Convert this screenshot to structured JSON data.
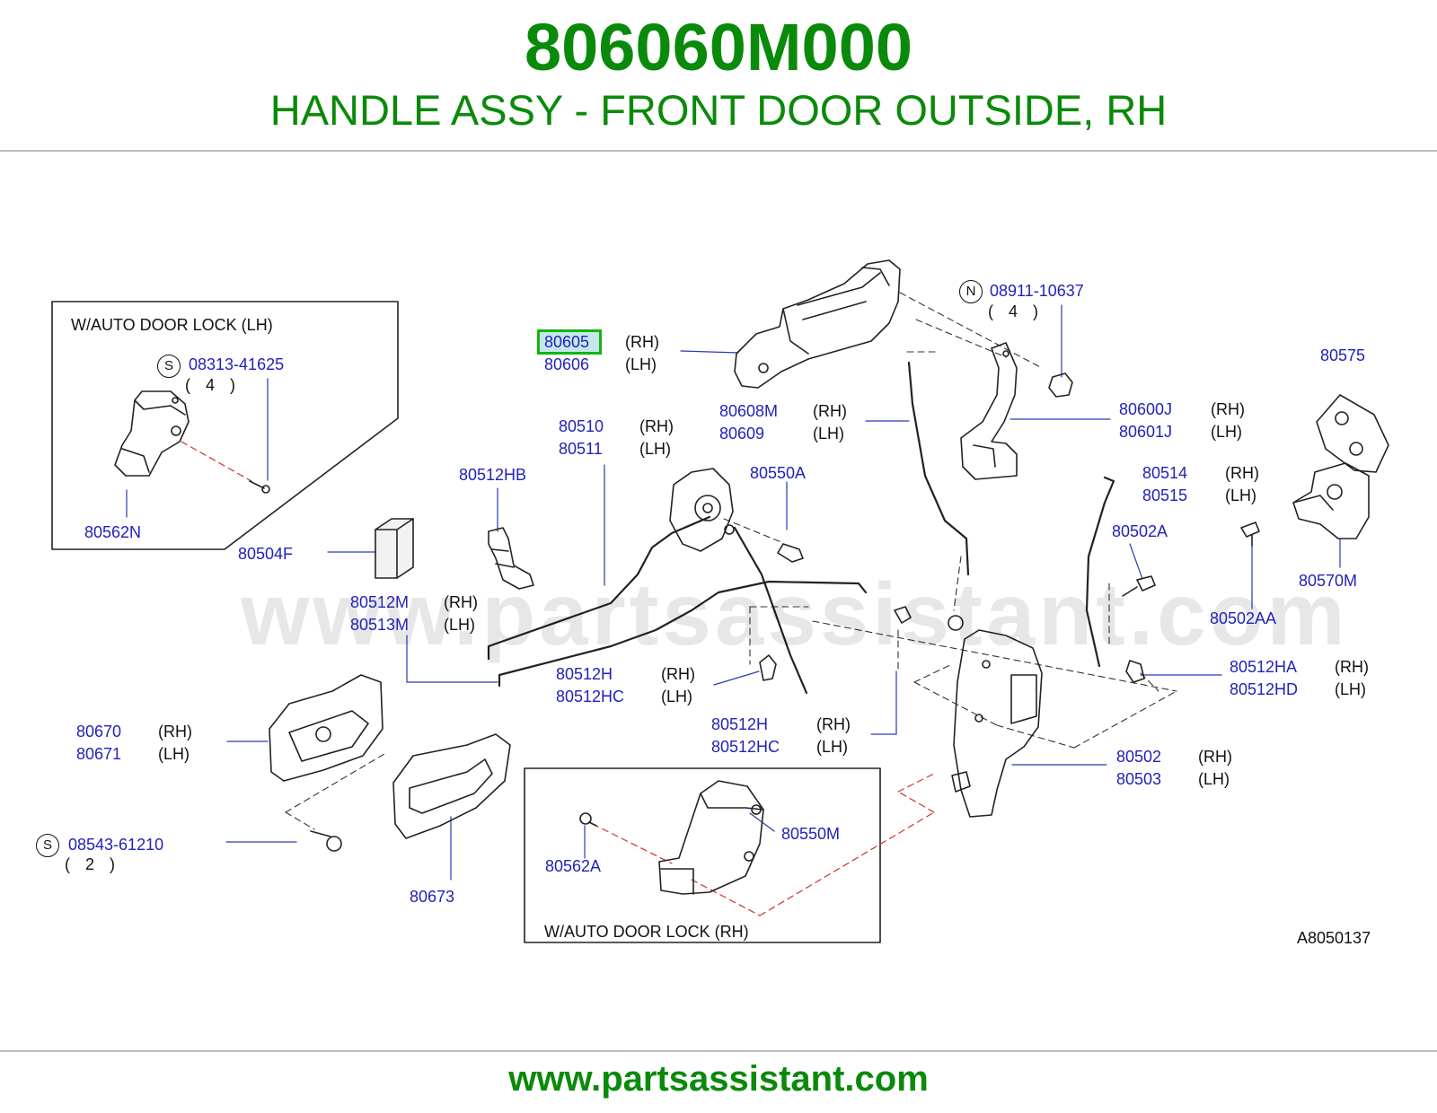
{
  "header": {
    "part_number": "806060M000",
    "title": "HANDLE ASSY - FRONT DOOR OUTSIDE, RH"
  },
  "footer": {
    "url": "www.partsassistant.com"
  },
  "watermark": "www.partsassistant.com",
  "diagram": {
    "code": "A8050137",
    "selected_part": "80605",
    "boxes": {
      "lh": "W/AUTO    DOOR    LOCK   (LH)",
      "rh": "W/AUTO    DOOR    LOCK   (RH)"
    },
    "symbols": {
      "n": "N",
      "s1": "S",
      "s2": "S"
    },
    "parts": {
      "p08313": "08313-41625",
      "q08313": "( 4 )",
      "p80562N": "80562N",
      "p80504F": "80504F",
      "p80605": "80605",
      "v80605": "(RH)",
      "p80606": "80606",
      "v80606": "(LH)",
      "p08911": "08911-10637",
      "q08911": "( 4 )",
      "p80608M": "80608M",
      "v80608M": "(RH)",
      "p80609": "80609",
      "v80609": "(LH)",
      "p80600J": "80600J",
      "v80600J": "(RH)",
      "p80601J": "80601J",
      "v80601J": "(LH)",
      "p80575": "80575",
      "p80510": "80510",
      "v80510": "(RH)",
      "p80511": "80511",
      "v80511": "(LH)",
      "p80512HB": "80512HB",
      "p80550A": "80550A",
      "p80514": "80514",
      "v80514": "(RH)",
      "p80515": "80515",
      "v80515": "(LH)",
      "p80502A": "80502A",
      "p80570M": "80570M",
      "p80502AA": "80502AA",
      "p80512M": "80512M",
      "v80512M": "(RH)",
      "p80513M": "80513M",
      "v80513M": "(LH)",
      "p80512H_a": "80512H",
      "v80512H_a": "(RH)",
      "p80512HC_a": "80512HC",
      "v80512HC_a": "(LH)",
      "p80512HA": "80512HA",
      "v80512HA": "(RH)",
      "p80512HD": "80512HD",
      "v80512HD": "(LH)",
      "p80670": "80670",
      "v80670": "(RH)",
      "p80671": "80671",
      "v80671": "(LH)",
      "p80512H_b": "80512H",
      "v80512H_b": "(RH)",
      "p80512HC_b": "80512HC",
      "v80512HC_b": "(LH)",
      "p80502": "80502",
      "v80502": "(RH)",
      "p80503": "80503",
      "v80503": "(LH)",
      "p08543": "08543-61210",
      "q08543": "( 2 )",
      "p80550M": "80550M",
      "p80562A": "80562A",
      "p80673": "80673"
    }
  }
}
